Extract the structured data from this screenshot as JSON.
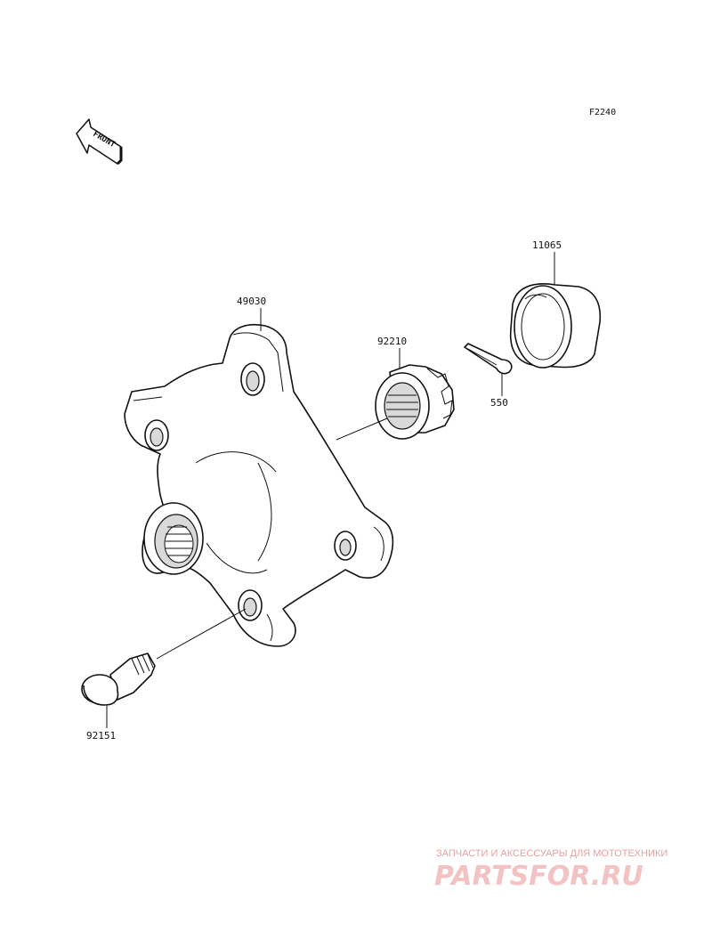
{
  "figure_code": "F2240",
  "front_tag": "FRONT",
  "parts": [
    {
      "id": "hub",
      "number": "49030"
    },
    {
      "id": "nut",
      "number": "92210"
    },
    {
      "id": "cotter-pin",
      "number": "550"
    },
    {
      "id": "collar",
      "number": "11065"
    },
    {
      "id": "stud-bolt",
      "number": "92151"
    }
  ],
  "watermark": {
    "tagline": "ЗАПЧАСТИ И АКСЕССУАРЫ ДЛЯ МОТОТЕХНИКИ",
    "logo": "PARTSFOR.RU"
  }
}
